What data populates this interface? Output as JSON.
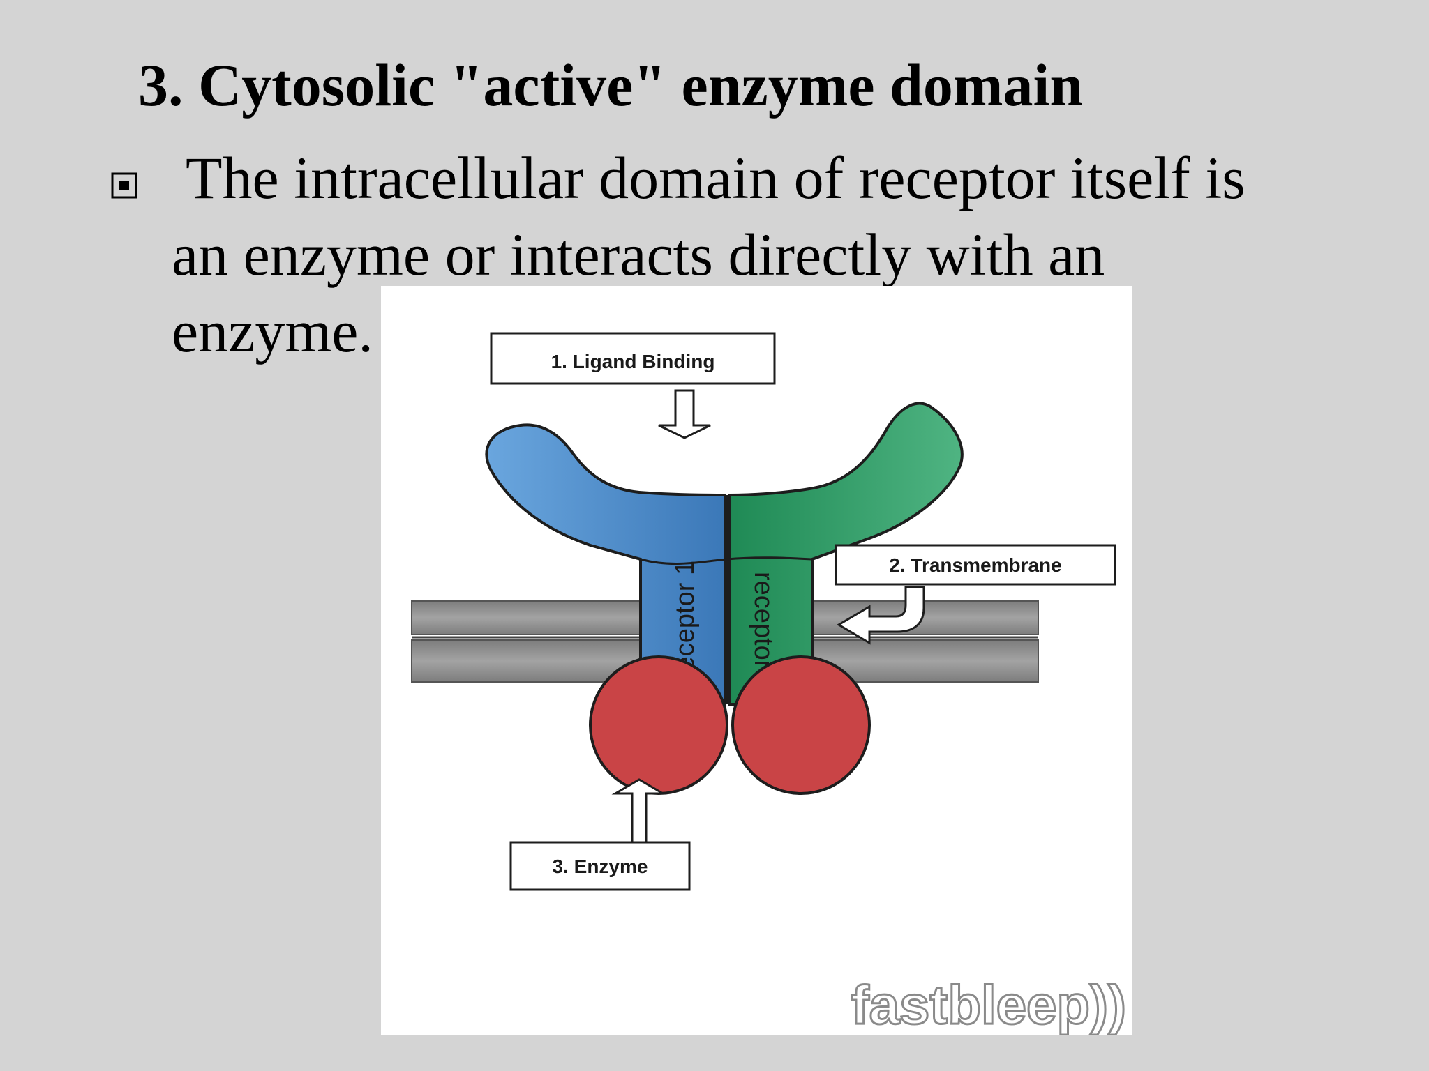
{
  "slide": {
    "title": "3. Cytosolic \"active\" enzyme domain",
    "bullet": {
      "icon": "square-bullet-icon",
      "lines": [
        "The intracellular domain of  receptor itself is",
        "an enzyme or interacts directly with an",
        "enzyme."
      ]
    }
  },
  "diagram": {
    "labels": {
      "ligand_binding": "1. Ligand Binding",
      "transmembrane": "2. Transmembrane",
      "enzyme": "3. Enzyme"
    },
    "receptors": {
      "receptor_1": "receptor 1",
      "receptor_2": "receptor 2"
    },
    "logo": "fastbleep))",
    "colors": {
      "receptor_1": "#4a87c4",
      "receptor_2": "#2f9a66",
      "enzyme": "#c94446",
      "membrane": "#8e8e8e"
    }
  }
}
